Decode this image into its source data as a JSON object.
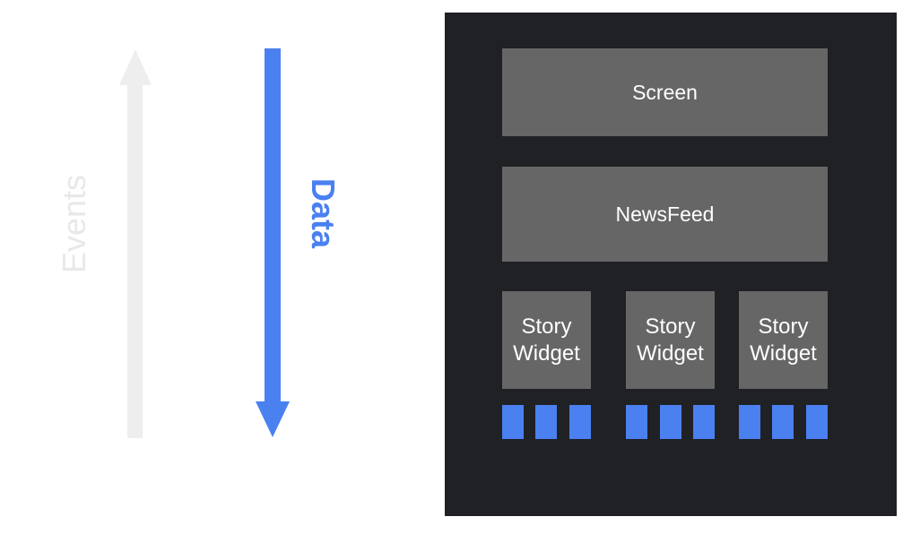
{
  "colors": {
    "background": "#ffffff",
    "panel": "#202124",
    "box": "#666666",
    "box_text": "#ffffff",
    "data_arrow": "#4a80f0",
    "events_arrow": "#eeeeee",
    "events_text": "#e8e8e8",
    "leaf": "#4a80f0"
  },
  "arrows": {
    "events_label": "Events",
    "data_label": "Data"
  },
  "tree": {
    "screen": "Screen",
    "newsfeed": "NewsFeed",
    "story_widgets": [
      {
        "line1": "Story",
        "line2": "Widget"
      },
      {
        "line1": "Story",
        "line2": "Widget"
      },
      {
        "line1": "Story",
        "line2": "Widget"
      }
    ]
  }
}
